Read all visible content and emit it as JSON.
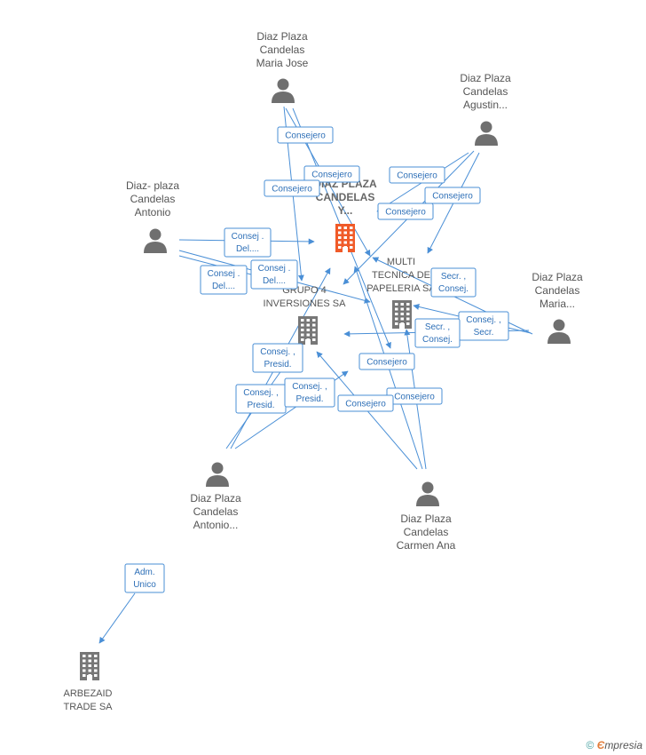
{
  "colors": {
    "edge": "#4a8fd6",
    "person": "#6f6f6f",
    "company": "#777777",
    "focus_company": "#f05a28"
  },
  "nodes": [
    {
      "id": "p_mariajose",
      "kind": "person",
      "lines": [
        "Diaz Plaza",
        "Candelas",
        "Maria Jose"
      ]
    },
    {
      "id": "p_agustin",
      "kind": "person",
      "lines": [
        "Diaz Plaza",
        "Candelas",
        "Agustin..."
      ]
    },
    {
      "id": "p_antonio",
      "kind": "person",
      "lines": [
        "Diaz- plaza",
        "Candelas",
        "Antonio"
      ]
    },
    {
      "id": "p_maria",
      "kind": "person",
      "lines": [
        "Diaz Plaza",
        "Candelas",
        "Maria..."
      ]
    },
    {
      "id": "p_antonio2",
      "kind": "person",
      "lines": [
        "Diaz Plaza",
        "Candelas",
        "Antonio..."
      ]
    },
    {
      "id": "p_carmen",
      "kind": "person",
      "lines": [
        "Diaz Plaza",
        "Candelas",
        "Carmen Ana"
      ]
    },
    {
      "id": "c_main",
      "kind": "focus",
      "lines": [
        "DIAZ PLAZA",
        "CANDELAS",
        "Y..."
      ]
    },
    {
      "id": "c_multi",
      "kind": "company",
      "lines": [
        "MULTI",
        "TECNICA DE",
        "PAPELERIA SA"
      ]
    },
    {
      "id": "c_grupo",
      "kind": "company",
      "lines": [
        "GRUPO 4",
        "INVERSIONES SA"
      ]
    },
    {
      "id": "c_arbezaid",
      "kind": "company",
      "lines": [
        "ARBEZAID",
        "TRADE SA"
      ]
    }
  ],
  "edge_labels": [
    {
      "id": "e1",
      "lines": [
        "Consejero"
      ]
    },
    {
      "id": "e2",
      "lines": [
        "Consejero"
      ]
    },
    {
      "id": "e3",
      "lines": [
        "Consejero"
      ]
    },
    {
      "id": "e4",
      "lines": [
        "Consejero"
      ]
    },
    {
      "id": "e5",
      "lines": [
        "Consejero"
      ]
    },
    {
      "id": "e6",
      "lines": [
        "Consejero"
      ]
    },
    {
      "id": "e7",
      "lines": [
        "Consej .",
        "Del...."
      ]
    },
    {
      "id": "e8",
      "lines": [
        "Consej .",
        "Del...."
      ]
    },
    {
      "id": "e9",
      "lines": [
        "Consej .",
        "Del...."
      ]
    },
    {
      "id": "e10",
      "lines": [
        "Secr. ,",
        "Consej."
      ]
    },
    {
      "id": "e11",
      "lines": [
        "Consej. ,",
        "Secr."
      ]
    },
    {
      "id": "e12",
      "lines": [
        "Secr. ,",
        "Consej."
      ]
    },
    {
      "id": "e13",
      "lines": [
        "Consej. ,",
        "Presid."
      ]
    },
    {
      "id": "e14",
      "lines": [
        "Consej. ,",
        "Presid."
      ]
    },
    {
      "id": "e15",
      "lines": [
        "Consej. ,",
        "Presid."
      ]
    },
    {
      "id": "e16",
      "lines": [
        "Consejero"
      ]
    },
    {
      "id": "e17",
      "lines": [
        "Consejero"
      ]
    },
    {
      "id": "e18",
      "lines": [
        "Consejero"
      ]
    },
    {
      "id": "e19",
      "lines": [
        "Adm.",
        "Unico"
      ]
    }
  ],
  "footer": {
    "copyright": "©",
    "brand_first": "Є",
    "brand_rest": "mpresia"
  }
}
